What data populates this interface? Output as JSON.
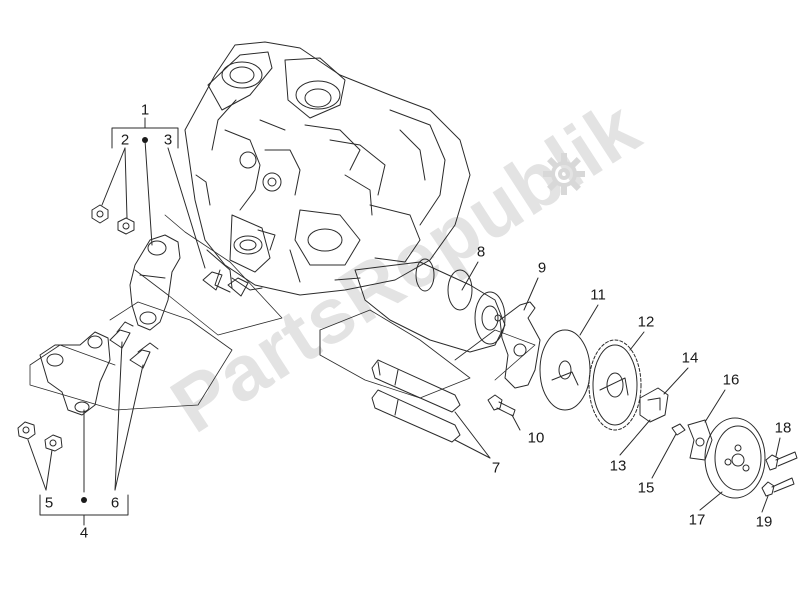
{
  "watermark": {
    "text": "PartsRepublik",
    "icon": "gear-icon",
    "color": "#e3e3e3"
  },
  "diagram": {
    "line_color": "#2b2b2b",
    "callouts": [
      {
        "id": "1",
        "label": "1"
      },
      {
        "id": "2",
        "label": "2"
      },
      {
        "id": "3",
        "label": "3"
      },
      {
        "id": "4",
        "label": "4"
      },
      {
        "id": "5",
        "label": "5"
      },
      {
        "id": "6",
        "label": "6"
      },
      {
        "id": "7",
        "label": "7"
      },
      {
        "id": "8",
        "label": "8"
      },
      {
        "id": "9",
        "label": "9"
      },
      {
        "id": "10",
        "label": "10"
      },
      {
        "id": "11",
        "label": "11"
      },
      {
        "id": "12",
        "label": "12"
      },
      {
        "id": "13",
        "label": "13"
      },
      {
        "id": "14",
        "label": "14"
      },
      {
        "id": "15",
        "label": "15"
      },
      {
        "id": "16",
        "label": "16"
      },
      {
        "id": "17",
        "label": "17"
      },
      {
        "id": "18",
        "label": "18"
      },
      {
        "id": "19",
        "label": "19"
      }
    ]
  }
}
